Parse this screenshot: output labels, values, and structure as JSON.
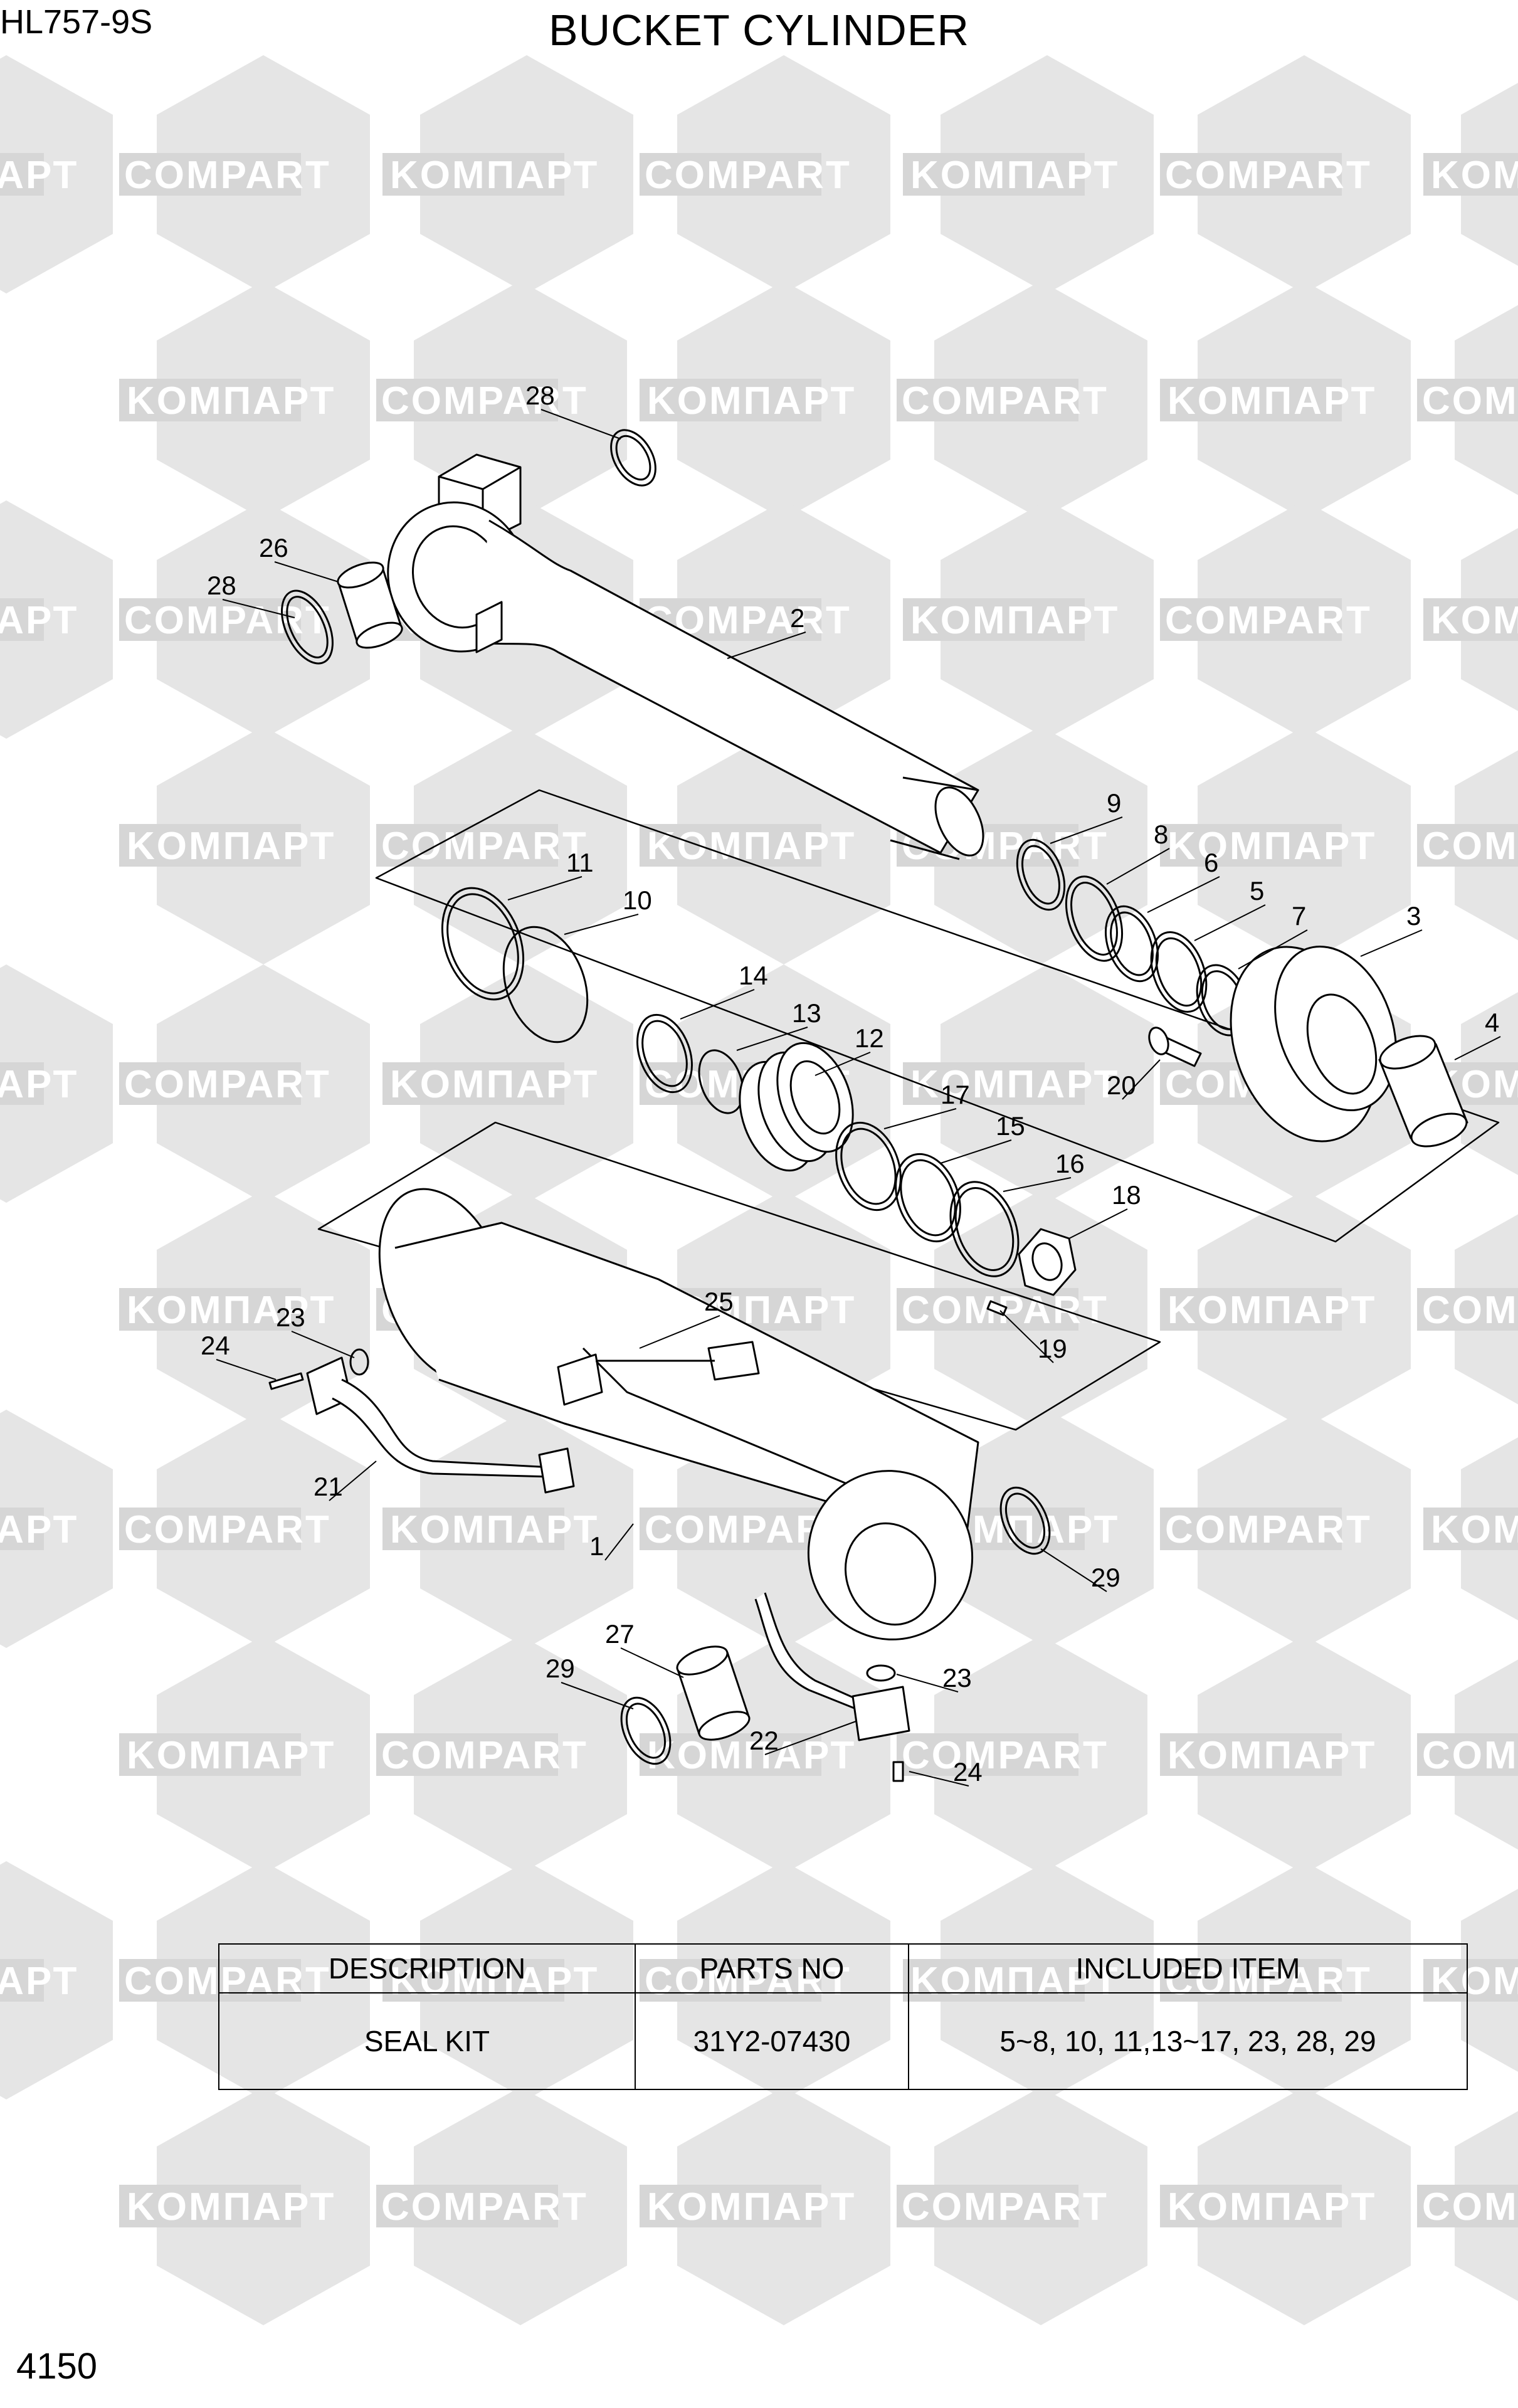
{
  "header": {
    "model": "HL757-9S",
    "title": "BUCKET CYLINDER"
  },
  "page_number": "4150",
  "watermark": {
    "text_left": "KOMПАРТ",
    "text_right": "COMPART"
  },
  "callouts": [
    "28",
    "26",
    "28",
    "2",
    "9",
    "8",
    "6",
    "5",
    "7",
    "3",
    "4",
    "11",
    "10",
    "14",
    "13",
    "12",
    "17",
    "15",
    "16",
    "18",
    "20",
    "25",
    "23",
    "24",
    "19",
    "21",
    "1",
    "29",
    "27",
    "29",
    "23",
    "22",
    "24"
  ],
  "table": {
    "headers": [
      "DESCRIPTION",
      "PARTS NO",
      "INCLUDED ITEM"
    ],
    "rows": [
      [
        "SEAL KIT",
        "31Y2-07430",
        "5~8, 10, 11,13~17, 23, 28, 29"
      ]
    ]
  }
}
